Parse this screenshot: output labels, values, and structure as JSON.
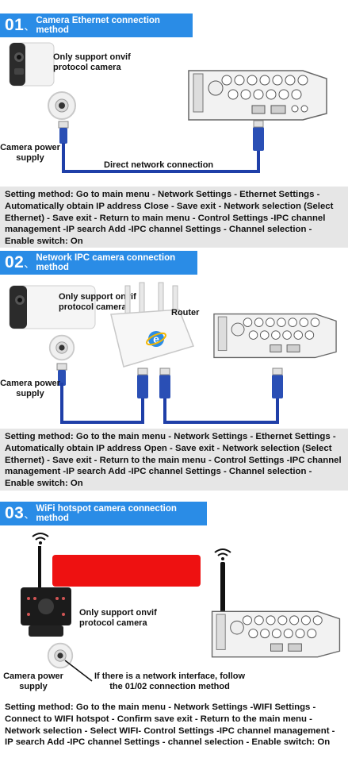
{
  "sections": [
    {
      "number": "01",
      "separator": "、",
      "title": "Camera Ethernet connection method",
      "camera_label": "Only support onvif protocol camera",
      "power_label": "Camera power supply",
      "link_label": "Direct network connection",
      "setting": "Setting method: Go to main menu - Network Settings - Ethernet Settings - Automatically obtain IP address Close - Save exit - Network selection (Select Ethernet) - Save exit - Return to main menu - Control Settings -IPC channel management -IP search Add -IPC channel Settings - Channel selection - Enable switch: On"
    },
    {
      "number": "02",
      "separator": "、",
      "title": "Network IPC camera connection method",
      "camera_label": "Only support onvif protocol camera",
      "router_label": "Router",
      "power_label": "Camera power supply",
      "setting": "Setting method: Go to the main menu - Network Settings - Ethernet Settings - Automatically obtain IP address Open - Save exit - Network selection (Select Ethernet) - Save exit - Return to the main menu - Control Settings -IPC channel management -IP search Add -IPC channel Settings - Channel selection - Enable switch: On"
    },
    {
      "number": "03",
      "separator": "、",
      "title": "WiFi hotspot camera connection method",
      "camera_label": "Only support onvif protocol camera",
      "power_label": "Camera power supply",
      "network_note": "If there is a network interface, follow the 01/02 connection method",
      "setting": "Setting method: Go to the main menu - Network Settings -WIFI Settings - Connect to WIFI hotspot - Confirm save exit - Return to the main menu - Network selection - Select WIFI- Control Settings -IPC channel management -IP search Add -IPC channel Settings - channel selection - Enable switch: On"
    }
  ],
  "colors": {
    "header_blue": "#2a8ce6",
    "cable_blue": "#1f3fa8",
    "banner_red": "#ee1111",
    "setting_bg": "#e6e6e6"
  },
  "icons": [
    "bullet-camera-icon",
    "dome-camera-icon",
    "dvr-device-icon",
    "router-icon",
    "ie-logo-icon",
    "wifi-icon",
    "wifi-camera-icon",
    "rj45-plug-icon"
  ]
}
